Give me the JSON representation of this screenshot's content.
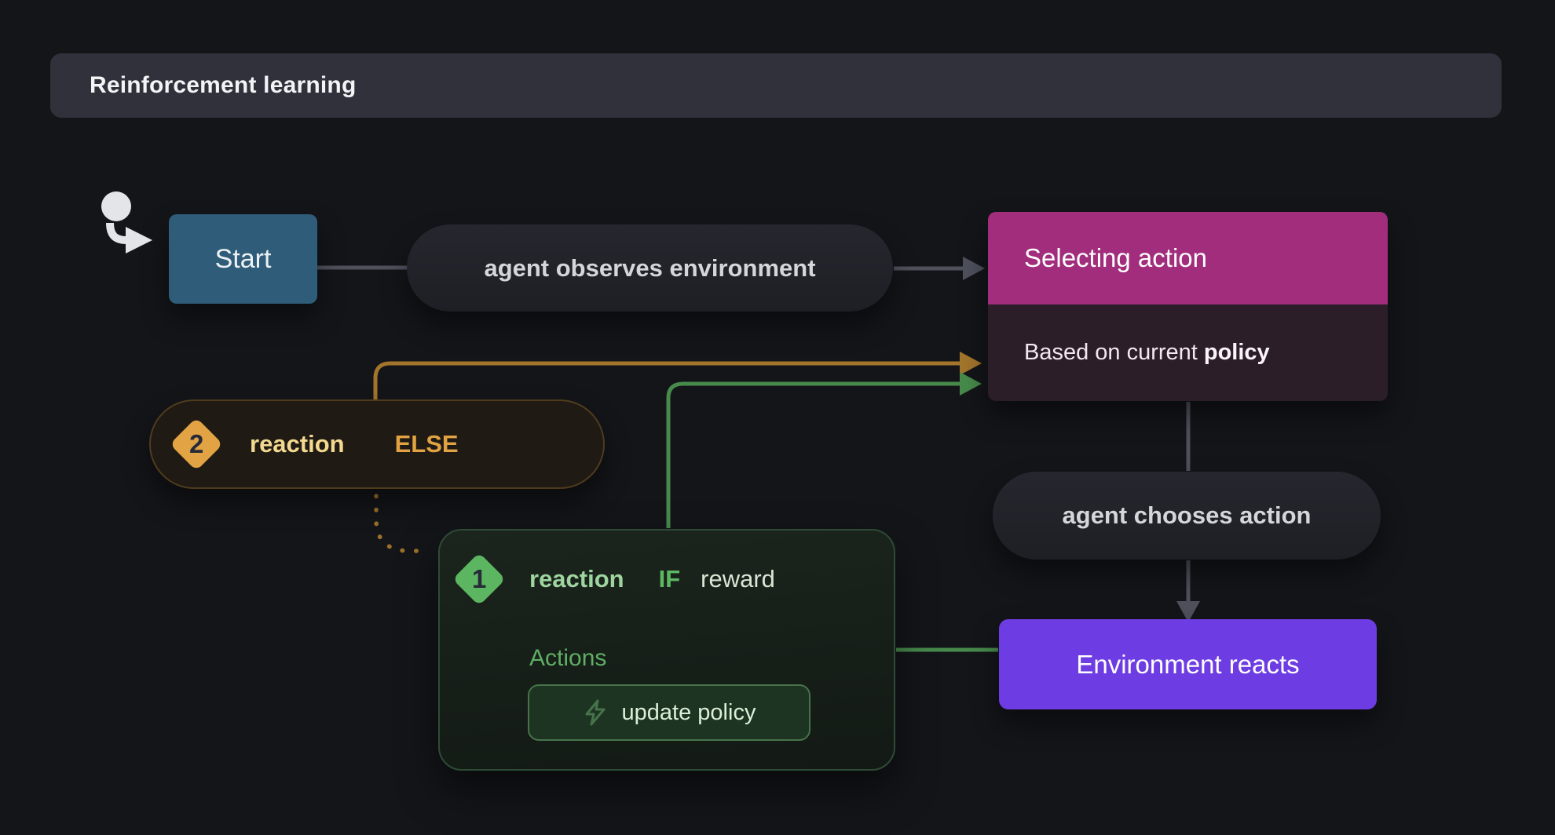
{
  "header": {
    "title": "Reinforcement learning"
  },
  "nodes": {
    "start": {
      "label": "Start"
    },
    "observe": {
      "label": "agent observes environment"
    },
    "selecting": {
      "title": "Selecting action",
      "subtitle_prefix": "Based on current",
      "subtitle_bold": "policy"
    },
    "choose": {
      "label": "agent chooses action"
    },
    "environment": {
      "label": "Environment reacts"
    },
    "reaction2": {
      "badge": "2",
      "name": "reaction",
      "keyword": "ELSE"
    },
    "reaction1": {
      "badge": "1",
      "name": "reaction",
      "keyword": "IF",
      "condition": "reward",
      "actions_label": "Actions",
      "action_button": "update policy"
    }
  },
  "connectors": [
    {
      "from": "start",
      "to": "observe",
      "style": "solid",
      "color_role": "gray"
    },
    {
      "from": "observe",
      "to": "selecting",
      "style": "arrow",
      "color_role": "gray"
    },
    {
      "from": "selecting",
      "to": "choose",
      "style": "solid",
      "color_role": "gray"
    },
    {
      "from": "choose",
      "to": "environment",
      "style": "arrow",
      "color_role": "gray"
    },
    {
      "from": "reaction2",
      "to": "selecting",
      "style": "arrow",
      "color_role": "orange"
    },
    {
      "from": "reaction2",
      "to": "reaction1",
      "style": "dotted",
      "color_role": "orange"
    },
    {
      "from": "reaction1",
      "to": "selecting",
      "style": "arrow",
      "color_role": "green"
    },
    {
      "from": "reaction1",
      "to": "environment",
      "style": "solid",
      "color_role": "green"
    }
  ],
  "icons": {
    "cursor": "start-cursor-icon",
    "reaction2_badge": "diamond-2-icon",
    "reaction1_badge": "diamond-1-icon",
    "action_button": "lightning-icon"
  },
  "colors": {
    "bg": "#141519",
    "header_bar": "#30313b",
    "header_text": "#f3f4f6",
    "pill_bg": "#1e1f25",
    "pill_text": "#d4d6da",
    "start_bg": "#2f5c78",
    "selecting_header": "#a12d7c",
    "selecting_body": "#2b1e29",
    "selecting_text": "#f3e7f1",
    "env_bg": "#6d3ce2",
    "gray_line": "#4e505c",
    "orange_line": "#a3752c",
    "orange_badge": "#e2a344",
    "orange_label": "#f3d88f",
    "orange_keyword": "#e1a243",
    "orange_pill_bg": "#1f1a13",
    "orange_pill_border": "#4f3c1d",
    "green_line": "#478a4b",
    "green_badge": "#5bb561",
    "green_label": "#9ed59e",
    "green_keyword": "#5cb861",
    "green_condition": "#d9e6d4",
    "green_block_border": "#2e4b36",
    "green_actions": "#5fae63",
    "button_bg": "#1e3422",
    "button_border": "#46734a",
    "button_text": "#dbeed7",
    "badge_number": "#272b38",
    "cursor": "#e4e5e8"
  }
}
